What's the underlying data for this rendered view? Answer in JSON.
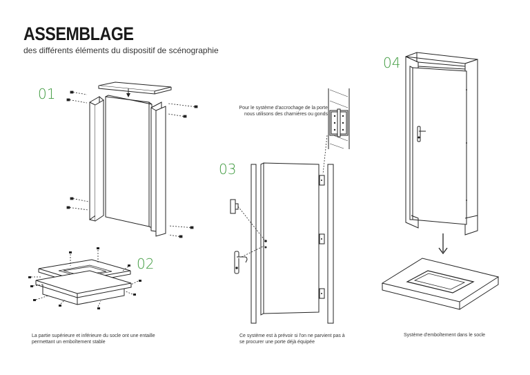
{
  "header": {
    "title": "ASSEMBLAGE",
    "subtitle": "des différents éléments du dispositif de scénographie"
  },
  "steps": [
    {
      "number": "01"
    },
    {
      "number": "02",
      "caption": "La partie supérieure et inférieure du socle ont une entaille permettant un emboîtement stable"
    },
    {
      "number": "03",
      "note": "Pour le système d'accrochage de la porte nous utilisons des charnières ou gonds",
      "caption": "Ce système est à prévoir si l'on ne parvient pas à se procurer une porte déjà équipée"
    },
    {
      "number": "04",
      "caption": "Système d'emboîtement dans le socle"
    }
  ],
  "colors": {
    "step_number": "#3f9a3f",
    "line": "#222222"
  }
}
